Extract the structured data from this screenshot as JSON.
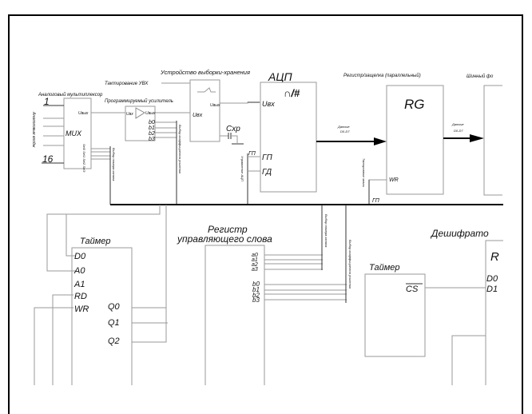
{
  "diagram": {
    "labels": {
      "mux_title": "Аналоговый мультиплексор",
      "analog_inputs": "Аналоговые входы",
      "mux_in_first": "1",
      "mux_in_last": "16",
      "mux_name": "MUX",
      "mux_out": "Uвых",
      "mux_addr": "Sel0 Sel1 Sel2 Sel3",
      "mux_addr_bus": "Выбор номера канала",
      "amp_title": "Программируемый усилитель",
      "amp_in": "Uвх",
      "amp_out": "Uвых",
      "amp_b0": "b0",
      "amp_b1": "b1",
      "amp_b2": "b2",
      "amp_b3": "b3",
      "amp_gain_bus": "Выбор коэффициента усиления",
      "sh_clock": "Тактирование УВХ",
      "sh_title": "Устройство выборки-хранения",
      "sh_in": "Uвх",
      "sh_out": "Uвых",
      "cap": "Cхр",
      "adc_title": "АЦП",
      "adc_symbol": "∩/#",
      "adc_in": "Uвх",
      "adc_gp": "ГП",
      "adc_gd": "ГД",
      "adc_ctrl": "Управление АЦП",
      "gp_signal": "ГП",
      "data1_a": "Данные",
      "data1_b": "D0-D7",
      "reg_title": "Регистр/защелка (параллельный)",
      "reg_name": "RG",
      "reg_wr": "WR",
      "reg_clock": "Тактирование записи",
      "gp_signal2": "ГП",
      "data2_a": "Данные",
      "data2_b": "D0-D7",
      "bus_title": "Шинный фо",
      "timer1_title": "Таймер",
      "timer1_d0": "D0",
      "timer1_a0": "A0",
      "timer1_a1": "A1",
      "timer1_rd": "RD",
      "timer1_wr": "WR",
      "timer1_q0": "Q0",
      "timer1_q1": "Q1",
      "timer1_q2": "Q2",
      "cw_title1": "Регистр",
      "cw_title2": "управляющего слова",
      "cw_a0": "a0",
      "cw_a1": "a1",
      "cw_a2": "a2",
      "cw_a3": "a3",
      "cw_b0": "b0",
      "cw_b1": "b1",
      "cw_b2": "b2",
      "cw_b3": "b3",
      "cw_bus_a": "Выбор номера канала",
      "cw_bus_b": "Выбор коэффициента усиления",
      "timer2_title": "Таймер",
      "timer2_cs": "CS",
      "dec_title": "Дешифрато",
      "dec_name": "R",
      "dec_d0": "D0",
      "dec_d1": "D1"
    }
  }
}
